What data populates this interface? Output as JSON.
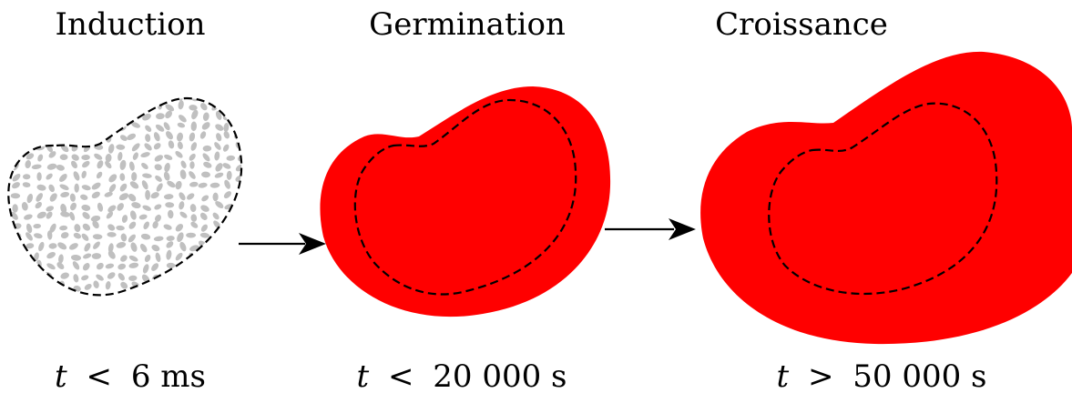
{
  "stages": [
    {
      "title": "Induction",
      "time_var": "t",
      "time_rel": "<",
      "time_value": "6 ms"
    },
    {
      "title": "Germination",
      "time_var": "t",
      "time_rel": "<",
      "time_value": "20 000 s"
    },
    {
      "title": "Croissance",
      "time_var": "t",
      "time_rel": ">",
      "time_value": "50 000 s"
    }
  ],
  "colors": {
    "grain": "#c0c0c0",
    "germ": "#ff0000",
    "boundary": "#000000"
  }
}
